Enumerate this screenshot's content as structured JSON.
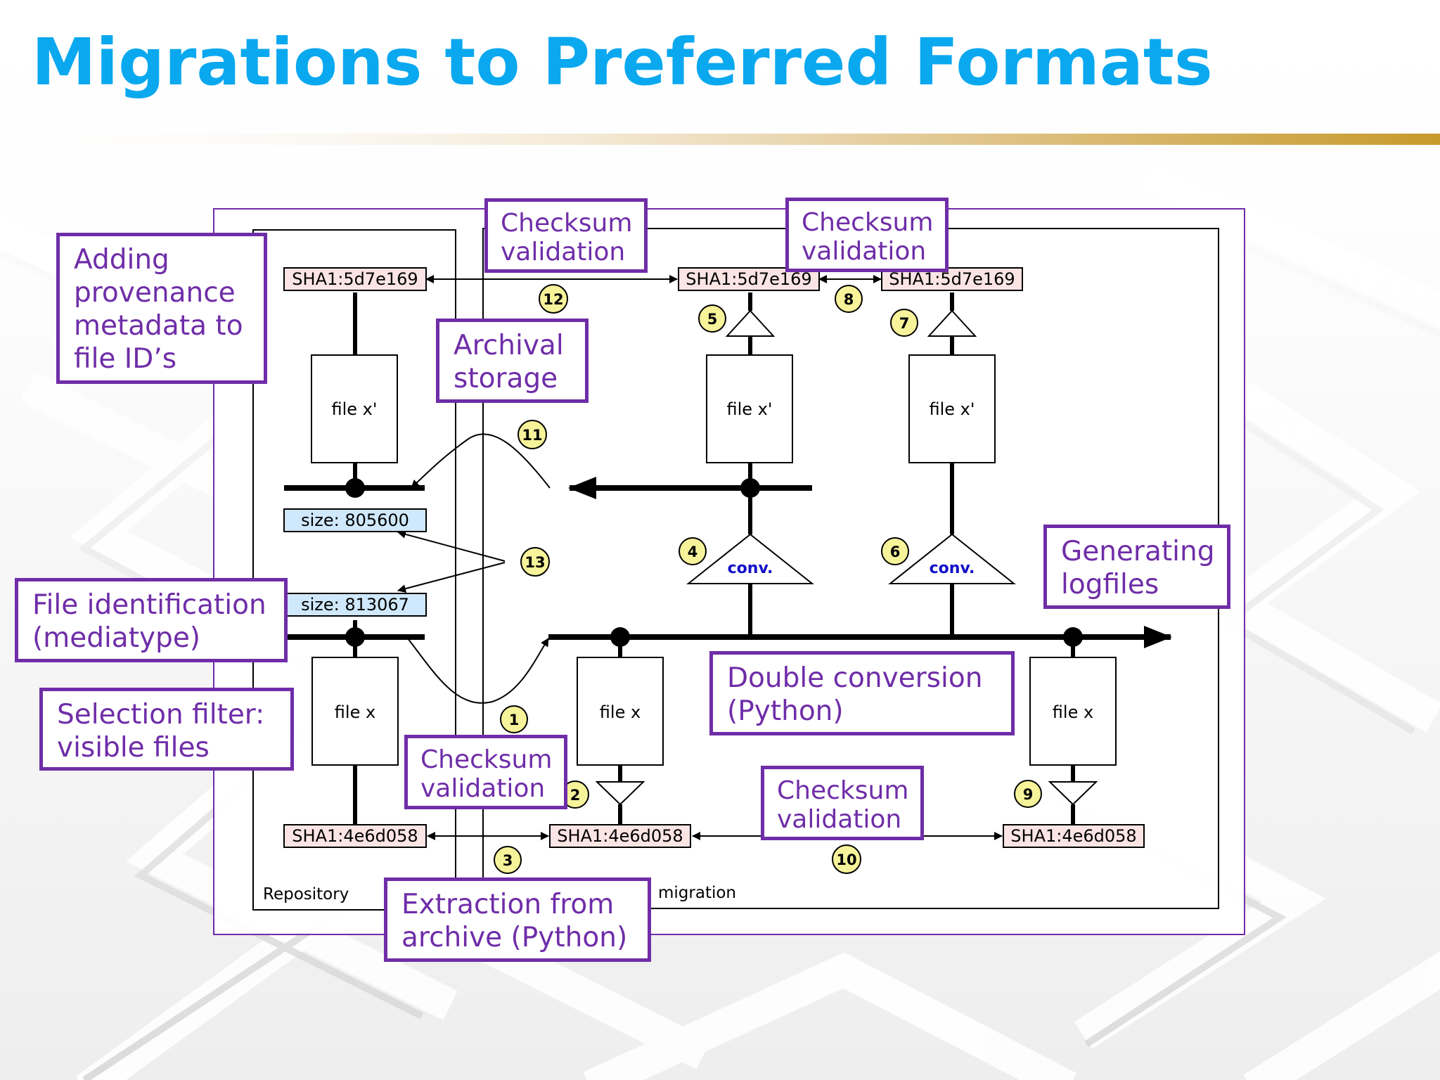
{
  "title": "Migrations to Preferred Formats",
  "colors": {
    "title": "#0aa8ef",
    "accent_bar": "#c79a2c",
    "callout_border": "#6f2da8",
    "callout_text": "#6f2da8",
    "sha_fill": "#fbe4e4",
    "size_fill": "#cfe8fb",
    "number_fill": "#f7f39a",
    "conv_text": "#1010c8"
  },
  "diagram": {
    "regions": {
      "repository": "Repository",
      "migration": "migration"
    },
    "hashes": {
      "new": "SHA1:5d7e169",
      "orig": "SHA1:4e6d058"
    },
    "sizes": {
      "new": "size: 805600",
      "orig": "size: 813067"
    },
    "files": {
      "original": "file x",
      "converted": "file x'"
    },
    "conv": "conv.",
    "steps": [
      "1",
      "2",
      "3",
      "4",
      "5",
      "6",
      "7",
      "8",
      "9",
      "10",
      "11",
      "12",
      "13"
    ]
  },
  "callouts": {
    "provenance": "Adding\nprovenance\nmetadata to\nfile ID’s",
    "checksum_1": "Checksum\nvalidation",
    "checksum_2": "Checksum\nvalidation",
    "checksum_3": "Checksum\nvalidation",
    "checksum_4": "Checksum\nvalidation",
    "archival": "Archival\nstorage",
    "logfiles": "Generating\nlogfiles",
    "file_id": "File identification\n(mediatype)",
    "selection": "Selection filter:\nvisible files",
    "double_conv": "Double conversion\n(Python)",
    "extraction": "Extraction from\narchive (Python)"
  }
}
